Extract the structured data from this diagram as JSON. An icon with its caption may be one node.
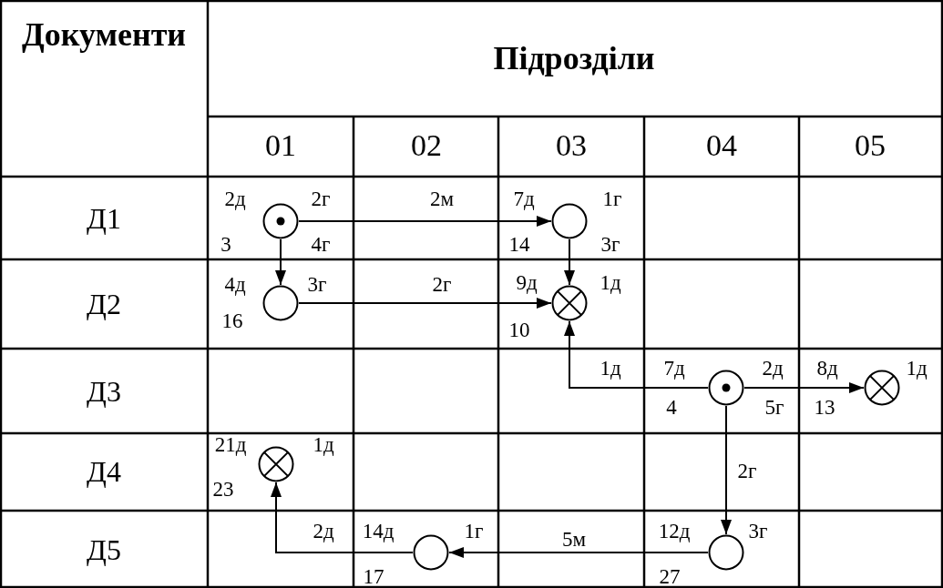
{
  "diagram": {
    "nodes": [
      {
        "text": [],
        "shape": "circle-dot",
        "beside": [
          "2д",
          "2г",
          "3",
          "4г"
        ]
      },
      {
        "text": [],
        "shape": "circle",
        "beside": [
          "7д",
          "1г",
          "14",
          "3г"
        ]
      },
      {
        "text": [],
        "shape": "circle",
        "beside": [
          "4д",
          "3г",
          "16"
        ]
      },
      {
        "text": [],
        "shape": "circle-cross",
        "beside": [
          "9д",
          "1д",
          "10"
        ]
      },
      {
        "text": [],
        "shape": "circle-dot",
        "beside": [
          "7д",
          "2д",
          "4",
          "5г"
        ]
      },
      {
        "text": [],
        "shape": "circle-cross",
        "beside": [
          "8д",
          "1д",
          "13"
        ]
      },
      {
        "text": [],
        "shape": "circle-cross",
        "beside": [
          "21д",
          "1д",
          "23"
        ]
      },
      {
        "text": [],
        "shape": "circle",
        "beside": [
          "14д",
          "1г",
          "17"
        ]
      },
      {
        "text": [],
        "shape": "circle",
        "beside": [
          "12д",
          "3г",
          "27"
        ]
      }
    ],
    "edges": [
      {
        "from": 0,
        "to": 1,
        "arrow": "to",
        "label": "2м"
      },
      {
        "from": 0,
        "to": 2,
        "arrow": "to"
      },
      {
        "from": 1,
        "to": 3,
        "arrow": "to"
      },
      {
        "from": 2,
        "to": 3,
        "arrow": "to",
        "label": "2г"
      },
      {
        "from": 4,
        "to": 3,
        "arrow": "to",
        "label": "1д"
      },
      {
        "from": 4,
        "to": 5,
        "arrow": "to"
      },
      {
        "from": 4,
        "to": 8,
        "arrow": "to",
        "label": "2г"
      },
      {
        "from": 8,
        "to": 7,
        "arrow": "to",
        "label": "5м"
      },
      {
        "from": 7,
        "to": 6,
        "arrow": "to",
        "label": "2д"
      }
    ],
    "labels": [
      "Документи",
      "Підрозділи",
      "01",
      "02",
      "03",
      "04",
      "05",
      "Д1",
      "Д2",
      "Д3",
      "Д4",
      "Д5"
    ]
  }
}
